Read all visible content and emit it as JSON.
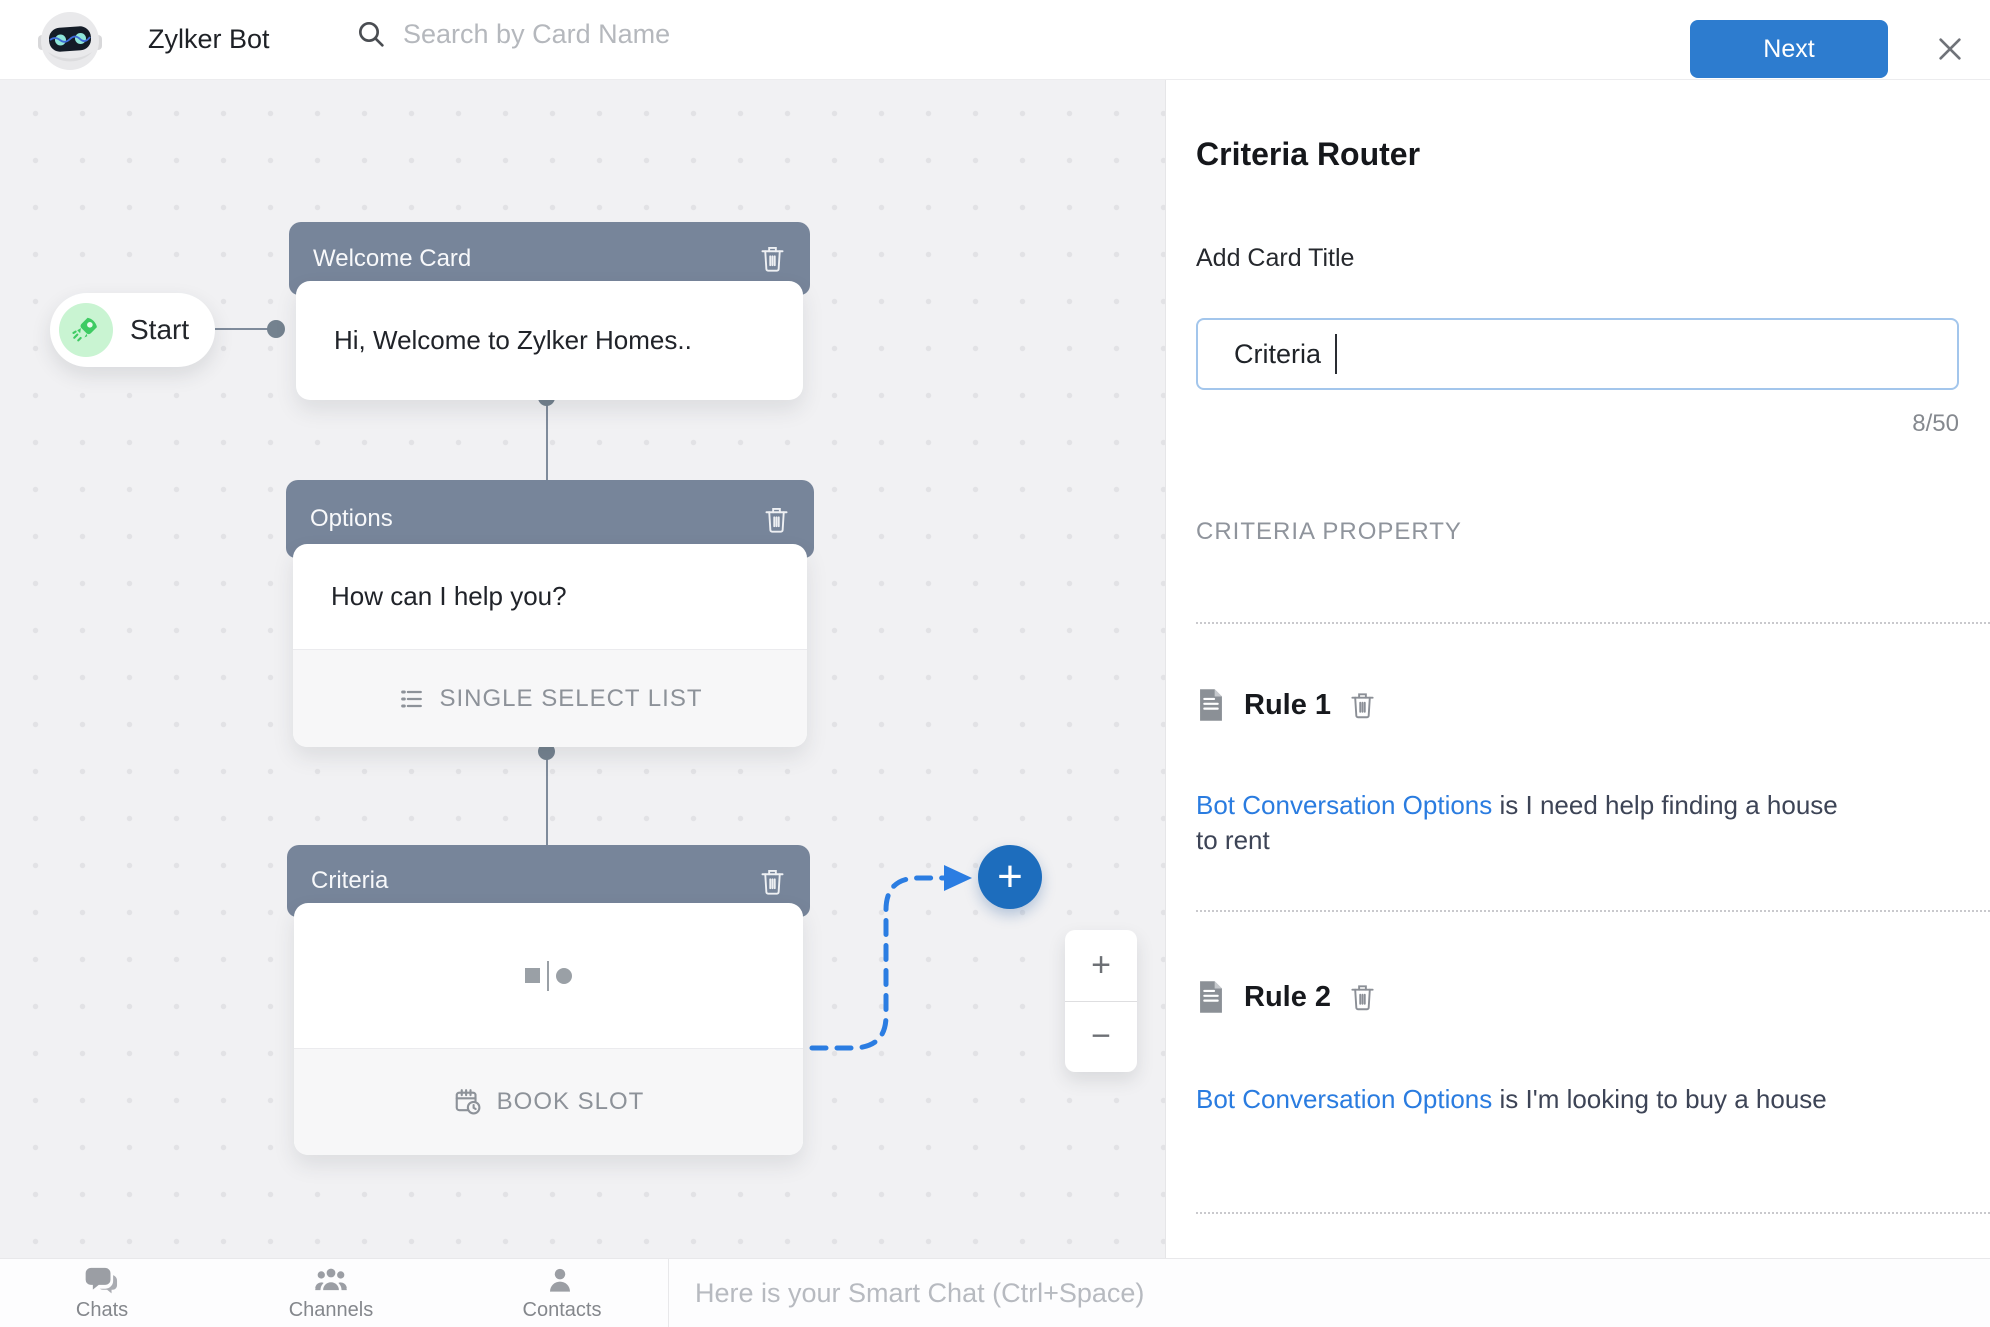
{
  "topbar": {
    "app_title": "Zylker Bot",
    "search_placeholder": "Search by Card Name",
    "next_label": "Next"
  },
  "canvas": {
    "start_label": "Start",
    "welcome_card": {
      "title": "Welcome Card",
      "body": "Hi, Welcome to Zylker Homes.."
    },
    "options_card": {
      "title": "Options",
      "body": "How can I help you?",
      "footer_label": "SINGLE SELECT LIST"
    },
    "criteria_card": {
      "title": "Criteria",
      "footer_label": "BOOK SLOT"
    },
    "add_node_label": "+",
    "zoom_in_label": "+",
    "zoom_out_label": "−"
  },
  "panel": {
    "title": "Criteria Router",
    "card_title_label": "Add Card Title",
    "card_title_value": "Criteria",
    "char_counter": "8/50",
    "section_label": "CRITERIA PROPERTY",
    "rules": [
      {
        "name": "Rule 1",
        "property": "Bot Conversation Options",
        "condition": " is I need help finding a house to rent"
      },
      {
        "name": "Rule 2",
        "property": "Bot Conversation Options",
        "condition": " is I'm looking to buy a house"
      }
    ]
  },
  "bottombar": {
    "nav": [
      {
        "label": "Chats"
      },
      {
        "label": "Channels"
      },
      {
        "label": "Contacts"
      }
    ],
    "smart_chat_placeholder": "Here is your Smart Chat (Ctrl+Space)"
  },
  "icons": {
    "bot-avatar-icon": "robot head",
    "search-icon": "magnifier",
    "close-icon": "x",
    "trash-icon": "trash can",
    "rocket-icon": "rocket",
    "list-icon": "bulleted list",
    "calendar-icon": "calendar with clock",
    "doc-icon": "document page",
    "chats-icon": "chat bubbles",
    "channels-icon": "people group",
    "contacts-icon": "person"
  },
  "colors": {
    "accent_blue": "#2d7ccf",
    "node_header_slate": "#77859a",
    "link_blue": "#2a7ce0",
    "connector_blue": "#2b7de2",
    "add_node_blue": "#1d6dbd",
    "canvas_bg": "#f1f1f3",
    "start_badge_green": "#c9f4d2",
    "rocket_green": "#3ecb63"
  }
}
